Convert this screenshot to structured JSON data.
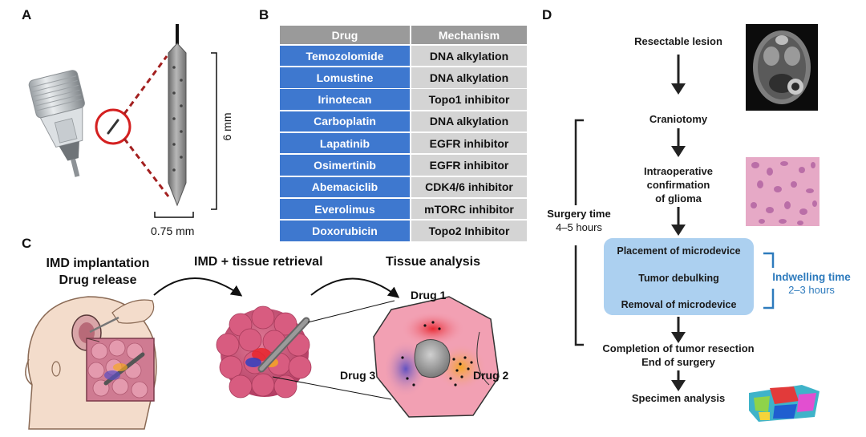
{
  "panels": {
    "a": "A",
    "b": "B",
    "c": "C",
    "d": "D"
  },
  "panel_a": {
    "length_label": "6 mm",
    "width_label": "0.75 mm"
  },
  "table": {
    "headers": [
      "Drug",
      "Mechanism"
    ],
    "rows": [
      {
        "drug": "Temozolomide",
        "mechanism": "DNA alkylation"
      },
      {
        "drug": "Lomustine",
        "mechanism": "DNA alkylation"
      },
      {
        "drug": "Irinotecan",
        "mechanism": "Topo1 inhibitor"
      },
      {
        "drug": "Carboplatin",
        "mechanism": "DNA alkylation"
      },
      {
        "drug": "Lapatinib",
        "mechanism": "EGFR inhibitor"
      },
      {
        "drug": "Osimertinib",
        "mechanism": "EGFR inhibitor"
      },
      {
        "drug": "Abemaciclib",
        "mechanism": "CDK4/6 inhibitor"
      },
      {
        "drug": "Everolimus",
        "mechanism": "mTORC inhibitor"
      },
      {
        "drug": "Doxorubicin",
        "mechanism": "Topo2 Inhibitor"
      }
    ]
  },
  "panel_c": {
    "step1_line1": "IMD implantation",
    "step1_line2": "Drug release",
    "step2": "IMD + tissue retrieval",
    "step3": "Tissue analysis",
    "drug1": "Drug 1",
    "drug2": "Drug 2",
    "drug3": "Drug 3"
  },
  "panel_d": {
    "resectable": "Resectable lesion",
    "craniotomy": "Craniotomy",
    "intraop_1": "Intraoperative",
    "intraop_2": "confirmation",
    "intraop_3": "of glioma",
    "placement": "Placement of microdevice",
    "debulking": "Tumor debulking",
    "removal": "Removal of microdevice",
    "completion": "Completion of tumor resection",
    "end": "End of surgery",
    "specimen": "Specimen analysis",
    "surgery_time": "Surgery time",
    "surgery_hours": "4–5 hours",
    "indwelling_time": "Indwelling time",
    "indwelling_hours": "2–3 hours"
  },
  "colors": {
    "table_blue": "#3e78cf",
    "table_gray": "#d4d4d4",
    "header_gray": "#9a9a9a",
    "box_blue": "#acd0f0",
    "indwelling_blue": "#2e7bbd",
    "circle_red": "#d42020"
  }
}
